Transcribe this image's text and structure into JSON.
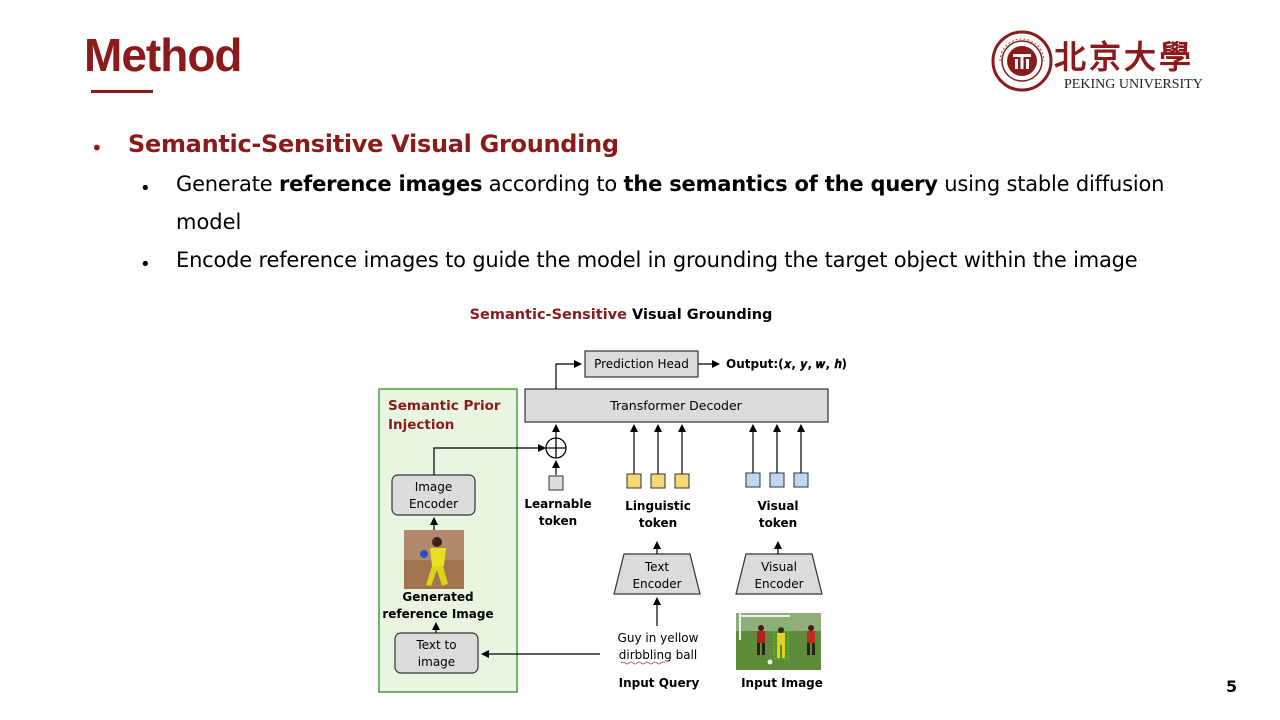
{
  "slide": {
    "title": "Method",
    "page_number": "5"
  },
  "logo": {
    "cn_text": "北京大學",
    "en_text": "PEKING UNIVERSITY",
    "seal_text": "PEKING UNIVERSITY 1898"
  },
  "bullets": {
    "main": "Semantic-Sensitive Visual Grounding",
    "sub1": {
      "p1": "Generate ",
      "b1": "reference images",
      "p2": " according to ",
      "b2": "the semantics of the query",
      "p3": " using stable diffusion",
      "line2": "model"
    },
    "sub2": "Encode reference images to guide the model in grounding the target object within the image"
  },
  "diagram": {
    "title_red": "Semantic-Sensitive",
    "title_black": " Visual Grounding",
    "prediction_head": "Prediction Head",
    "output": "Output:(𝒙, 𝒚, 𝒘, 𝒉)",
    "transformer_decoder": "Transformer Decoder",
    "semantic_prior_line1": "Semantic Prior",
    "semantic_prior_line2": "Injection",
    "image_encoder_l1": "Image",
    "image_encoder_l2": "Encoder",
    "generated_l1": "Generated",
    "generated_l2": "reference Image",
    "text_to_image_l1": "Text to",
    "text_to_image_l2": "image",
    "learnable_l1": "Learnable",
    "learnable_l2": "token",
    "linguistic_l1": "Linguistic",
    "linguistic_l2": "token",
    "visual_token_l1": "Visual",
    "visual_token_l2": "token",
    "text_encoder_l1": "Text",
    "text_encoder_l2": "Encoder",
    "visual_encoder_l1": "Visual",
    "visual_encoder_l2": "Encoder",
    "query_l1": "Guy in yellow",
    "query_l2": "dirbbling ball",
    "input_query": "Input Query",
    "input_image": "Input Image"
  },
  "colors": {
    "brand_red": "#8B1A1A",
    "panel_green": "#E8F5E0",
    "panel_border": "#4A9A3A",
    "gray_box": "#DCDCDC",
    "token_yellow": "#F7D774",
    "token_blue": "#BFD7EF"
  }
}
